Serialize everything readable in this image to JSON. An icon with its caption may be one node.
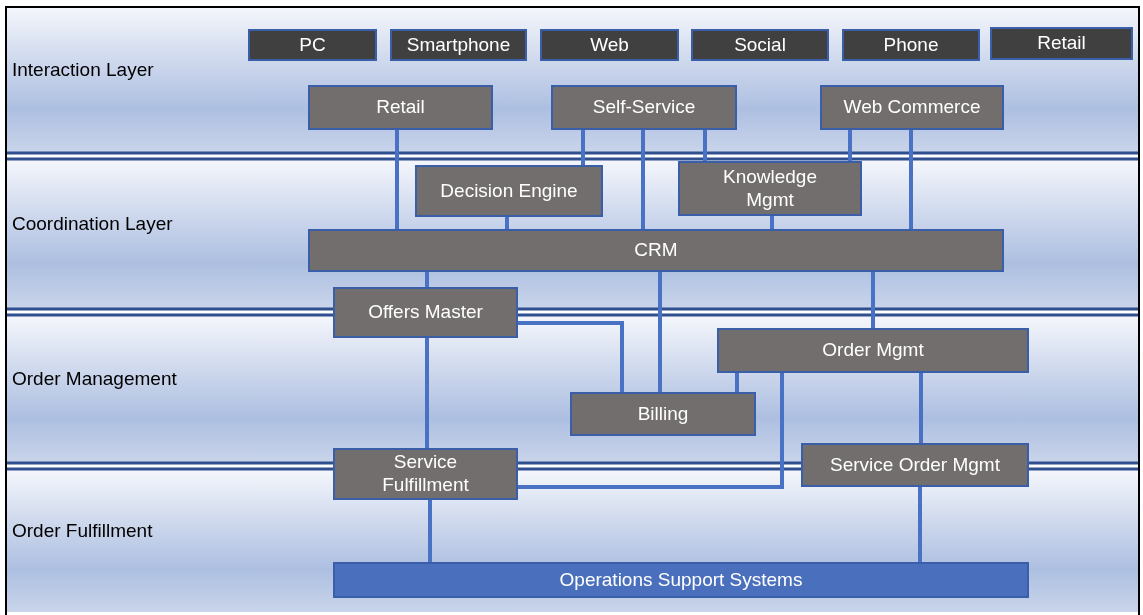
{
  "diagram": {
    "nodes": [
      {
        "text": [
          "Interaction Layer"
        ]
      },
      {
        "text": [
          "PC"
        ],
        "in": 0
      },
      {
        "text": [
          "Smartphone"
        ],
        "in": 0
      },
      {
        "text": [
          "Web"
        ],
        "in": 0
      },
      {
        "text": [
          "Social"
        ],
        "in": 0
      },
      {
        "text": [
          "Phone"
        ],
        "in": 0
      },
      {
        "text": [
          "Retail"
        ],
        "in": 0
      },
      {
        "text": [
          "Retail"
        ],
        "in": 0
      },
      {
        "text": [
          "Self-Service"
        ],
        "in": 0
      },
      {
        "text": [
          "Web Commerce"
        ],
        "in": 0
      },
      {
        "text": [
          "Coordination Layer"
        ]
      },
      {
        "text": [
          "Decision Engine"
        ],
        "in": 10
      },
      {
        "text": [
          "Knowledge Mgmt"
        ],
        "in": 10
      },
      {
        "text": [
          "CRM"
        ],
        "in": 10
      },
      {
        "text": [
          "Order Management"
        ]
      },
      {
        "text": [
          "Offers Master"
        ]
      },
      {
        "text": [
          "Order Mgmt"
        ],
        "in": 14
      },
      {
        "text": [
          "Billing"
        ],
        "in": 14
      },
      {
        "text": [
          "Order Fulfillment"
        ]
      },
      {
        "text": [
          "Service Fulfillment"
        ]
      },
      {
        "text": [
          "Service Order Mgmt"
        ]
      },
      {
        "text": [
          "Operations Support Systems"
        ],
        "in": 18
      }
    ],
    "edges": [
      {
        "from": 7,
        "to": 13,
        "arrow": "none"
      },
      {
        "from": 8,
        "to": 11,
        "arrow": "none"
      },
      {
        "from": 8,
        "to": 13,
        "arrow": "none"
      },
      {
        "from": 8,
        "to": 12,
        "arrow": "none"
      },
      {
        "from": 9,
        "to": 12,
        "arrow": "none"
      },
      {
        "from": 9,
        "to": 13,
        "arrow": "none"
      },
      {
        "from": 11,
        "to": 13,
        "arrow": "none"
      },
      {
        "from": 12,
        "to": 13,
        "arrow": "none"
      },
      {
        "from": 13,
        "to": 15,
        "arrow": "none"
      },
      {
        "from": 13,
        "to": 17,
        "arrow": "none"
      },
      {
        "from": 13,
        "to": 16,
        "arrow": "none"
      },
      {
        "from": 15,
        "to": 17,
        "arrow": "none"
      },
      {
        "from": 15,
        "to": 19,
        "arrow": "none"
      },
      {
        "from": 16,
        "to": 17,
        "arrow": "none"
      },
      {
        "from": 16,
        "to": 19,
        "arrow": "none"
      },
      {
        "from": 16,
        "to": 20,
        "arrow": "none"
      },
      {
        "from": 19,
        "to": 21,
        "arrow": "none"
      },
      {
        "from": 20,
        "to": 21,
        "arrow": "none"
      }
    ]
  }
}
